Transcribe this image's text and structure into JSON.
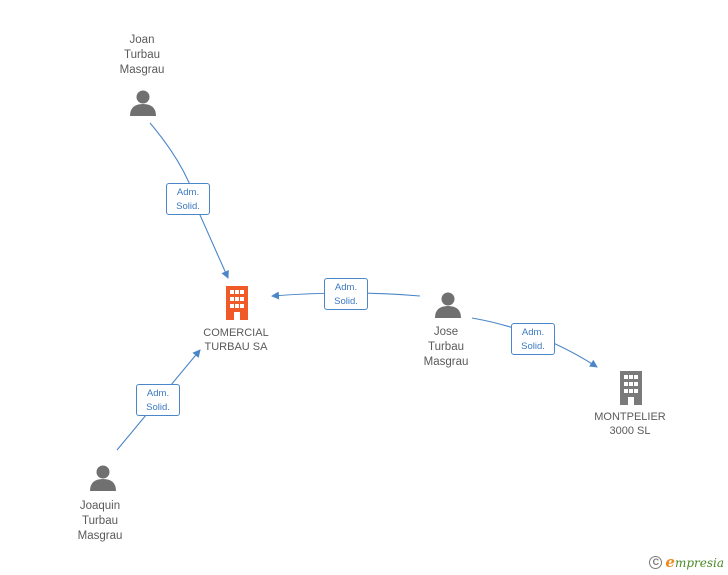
{
  "nodes": {
    "joan": {
      "label": "Joan\nTurbau\nMasgrau",
      "type": "person"
    },
    "jose": {
      "label": "Jose\nTurbau\nMasgrau",
      "type": "person"
    },
    "joaquin": {
      "label": "Joaquin\nTurbau\nMasgrau",
      "type": "person"
    },
    "comercial": {
      "label": "COMERCIAL\nTURBAU SA",
      "type": "company",
      "color": "#f05a28"
    },
    "montpelier": {
      "label": "MONTPELIER\n3000 SL",
      "type": "company",
      "color": "#7a7a7a"
    }
  },
  "edges": [
    {
      "id": "joan-comercial",
      "line1": "Adm.",
      "line2": "Solid."
    },
    {
      "id": "jose-comercial",
      "line1": "Adm.",
      "line2": "Solid."
    },
    {
      "id": "jose-montpelier",
      "line1": "Adm.",
      "line2": "Solid."
    },
    {
      "id": "joaquin-comercial",
      "line1": "Adm.",
      "line2": "Solid."
    }
  ],
  "colors": {
    "edge": "#4a86c8",
    "person": "#707070"
  },
  "footer": {
    "copyright_symbol": "C",
    "brand_initial": "e",
    "brand_rest": "mpresia"
  }
}
